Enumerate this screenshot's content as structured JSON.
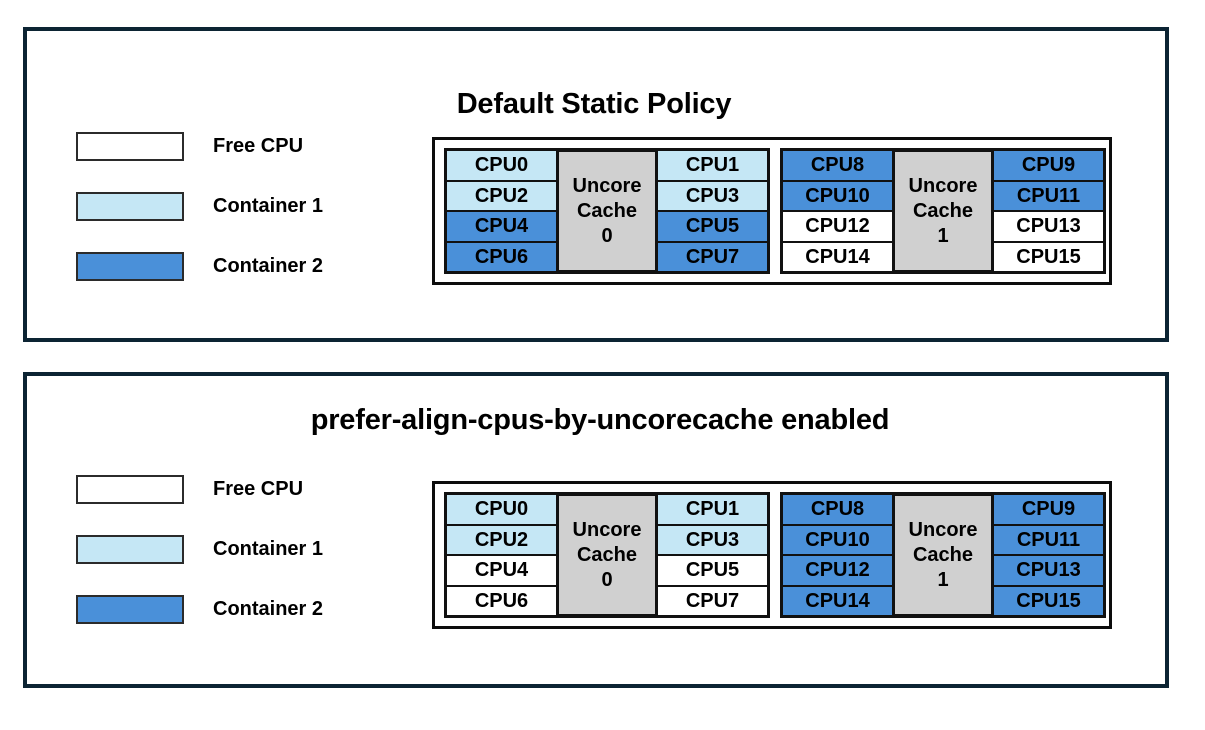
{
  "colors": {
    "free": "#ffffff",
    "container1": "#c5e7f5",
    "container2": "#4a90d9",
    "cache": "#d0d0d0",
    "frame": "#0c2433",
    "outline": "#111111"
  },
  "legend": {
    "items": [
      {
        "label": "Free CPU",
        "state": "free"
      },
      {
        "label": "Container 1",
        "state": "container1"
      },
      {
        "label": "Container 2",
        "state": "container2"
      }
    ]
  },
  "panels": [
    {
      "id": "default-static-policy",
      "title": "Default Static Policy",
      "caches": [
        {
          "cache_label_line1": "Uncore",
          "cache_label_line2": "Cache",
          "cache_index": "0",
          "left_column": [
            {
              "label": "CPU0",
              "state": "container1"
            },
            {
              "label": "CPU2",
              "state": "container1"
            },
            {
              "label": "CPU4",
              "state": "container2"
            },
            {
              "label": "CPU6",
              "state": "container2"
            }
          ],
          "right_column": [
            {
              "label": "CPU1",
              "state": "container1"
            },
            {
              "label": "CPU3",
              "state": "container1"
            },
            {
              "label": "CPU5",
              "state": "container2"
            },
            {
              "label": "CPU7",
              "state": "container2"
            }
          ]
        },
        {
          "cache_label_line1": "Uncore",
          "cache_label_line2": "Cache",
          "cache_index": "1",
          "left_column": [
            {
              "label": "CPU8",
              "state": "container2"
            },
            {
              "label": "CPU10",
              "state": "container2"
            },
            {
              "label": "CPU12",
              "state": "free"
            },
            {
              "label": "CPU14",
              "state": "free"
            }
          ],
          "right_column": [
            {
              "label": "CPU9",
              "state": "container2"
            },
            {
              "label": "CPU11",
              "state": "container2"
            },
            {
              "label": "CPU13",
              "state": "free"
            },
            {
              "label": "CPU15",
              "state": "free"
            }
          ]
        }
      ]
    },
    {
      "id": "prefer-align-cpus-by-uncorecache-enabled",
      "title": "prefer-align-cpus-by-uncorecache enabled",
      "caches": [
        {
          "cache_label_line1": "Uncore",
          "cache_label_line2": "Cache",
          "cache_index": "0",
          "left_column": [
            {
              "label": "CPU0",
              "state": "container1"
            },
            {
              "label": "CPU2",
              "state": "container1"
            },
            {
              "label": "CPU4",
              "state": "free"
            },
            {
              "label": "CPU6",
              "state": "free"
            }
          ],
          "right_column": [
            {
              "label": "CPU1",
              "state": "container1"
            },
            {
              "label": "CPU3",
              "state": "container1"
            },
            {
              "label": "CPU5",
              "state": "free"
            },
            {
              "label": "CPU7",
              "state": "free"
            }
          ]
        },
        {
          "cache_label_line1": "Uncore",
          "cache_label_line2": "Cache",
          "cache_index": "1",
          "left_column": [
            {
              "label": "CPU8",
              "state": "container2"
            },
            {
              "label": "CPU10",
              "state": "container2"
            },
            {
              "label": "CPU12",
              "state": "container2"
            },
            {
              "label": "CPU14",
              "state": "container2"
            }
          ],
          "right_column": [
            {
              "label": "CPU9",
              "state": "container2"
            },
            {
              "label": "CPU11",
              "state": "container2"
            },
            {
              "label": "CPU13",
              "state": "container2"
            },
            {
              "label": "CPU15",
              "state": "container2"
            }
          ]
        }
      ]
    }
  ]
}
